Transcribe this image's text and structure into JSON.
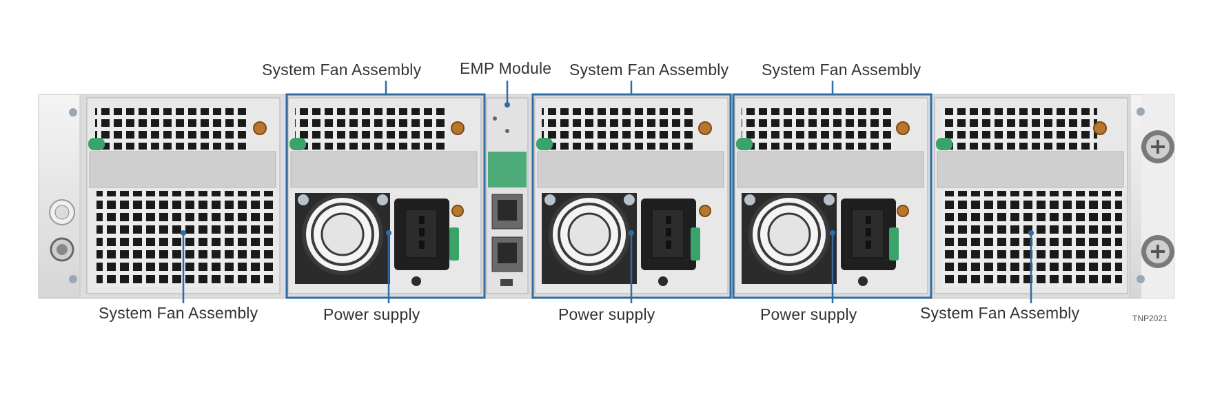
{
  "labels": {
    "top": [
      "System Fan Assembly",
      "EMP Module",
      "System Fan Assembly",
      "System Fan Assembly"
    ],
    "bottom": [
      "System Fan Assembly",
      "Power supply",
      "Power supply",
      "Power supply",
      "System Fan Assembly"
    ]
  },
  "figure_code": "TNP2021",
  "colors": {
    "callout": "#2e6da4",
    "chassis": "#d9d9d9",
    "grill": "#1a1a1a",
    "latch": "#3aa36a",
    "bronze": "#b8762e"
  }
}
